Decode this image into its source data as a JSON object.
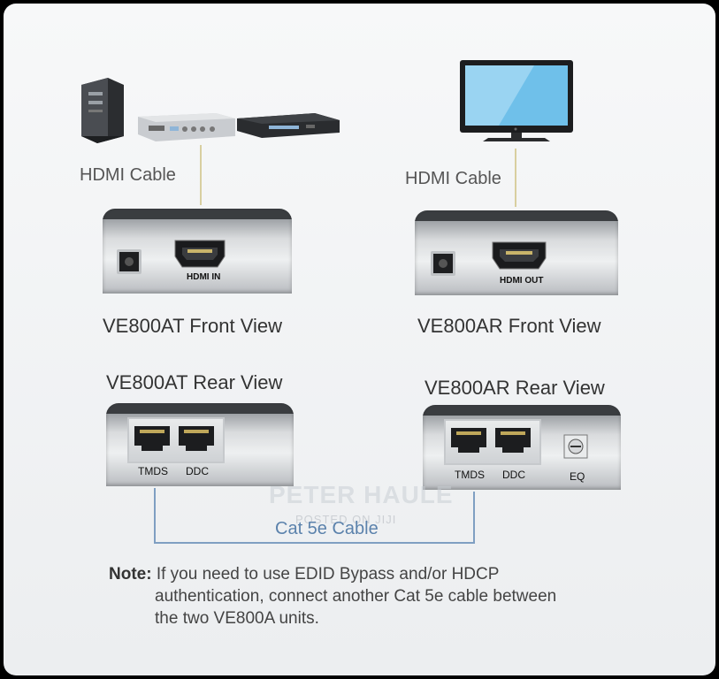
{
  "cables": {
    "left_hdmi": "HDMI Cable",
    "right_hdmi": "HDMI Cable",
    "cat5e": "Cat 5e Cable"
  },
  "views": {
    "at_front": "VE800AT Front View",
    "ar_front": "VE800AR Front View",
    "at_rear": "VE800AT Rear View",
    "ar_rear": "VE800AR Rear View"
  },
  "ports": {
    "hdmi_in": "HDMI IN",
    "hdmi_out": "HDMI OUT",
    "tmds": "TMDS",
    "ddc": "DDC",
    "eq": "EQ"
  },
  "note": {
    "label": "Note:",
    "line1": "If you need to use EDID Bypass and/or HDCP",
    "line2": "authentication, connect another Cat 5e cable between",
    "line3": "the two VE800A units."
  },
  "watermark": {
    "main": "PETER HAULE",
    "sub": "POSTED ON JIJI"
  },
  "colors": {
    "cable_line": "#d8cfa0",
    "cat5e_line": "#7f9fc2",
    "device_dark": "#3a3d40"
  }
}
